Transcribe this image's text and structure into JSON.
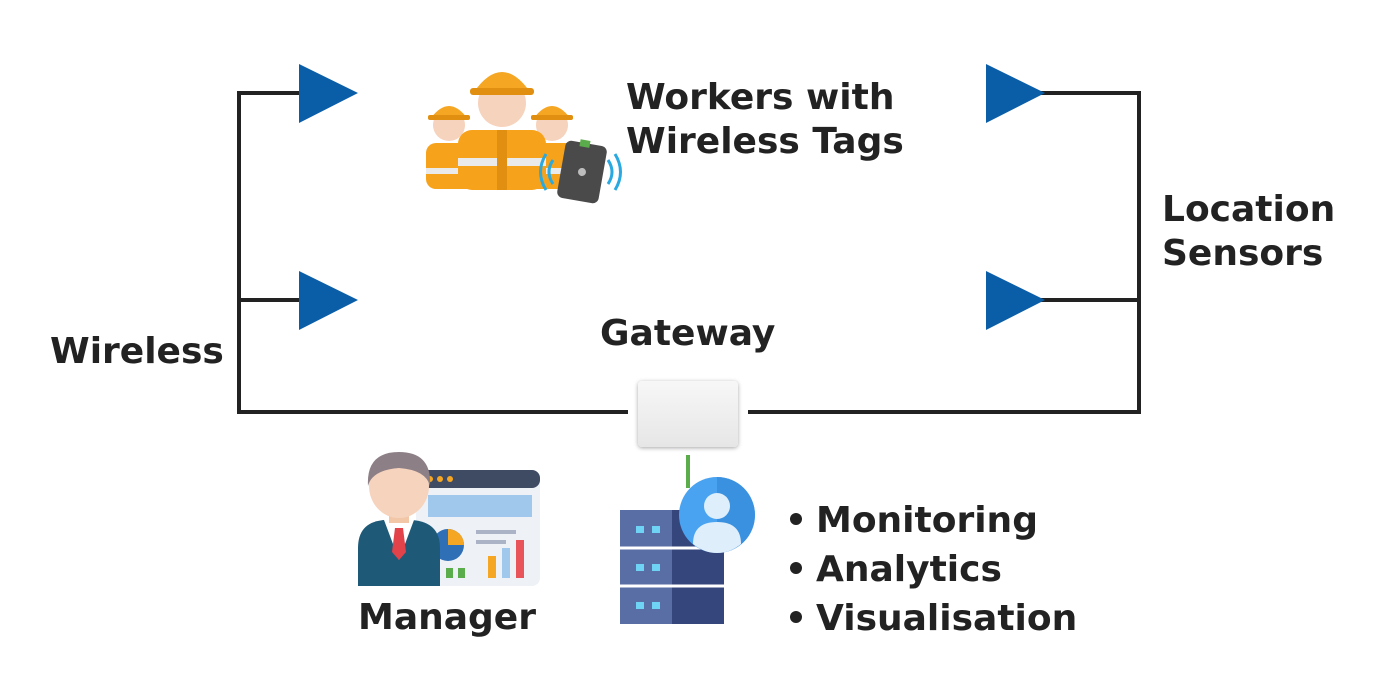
{
  "labels": {
    "workers_line1": "Workers with",
    "workers_line2": "Wireless Tags",
    "location_line1": "Location",
    "location_line2": "Sensors",
    "wireless": "Wireless",
    "gateway": "Gateway",
    "manager": "Manager"
  },
  "services": [
    "Monitoring",
    "Analytics",
    "Visualisation"
  ],
  "colors": {
    "line": "#222222",
    "sensor": "#0a5ea8",
    "helmet": "#f5a623",
    "vest": "#f7a21b",
    "tag": "#4a4a4a",
    "signal": "#29a9e0",
    "server": "#3b4f86",
    "user_circle": "#4aa3f0",
    "link": "#5aad4a"
  }
}
